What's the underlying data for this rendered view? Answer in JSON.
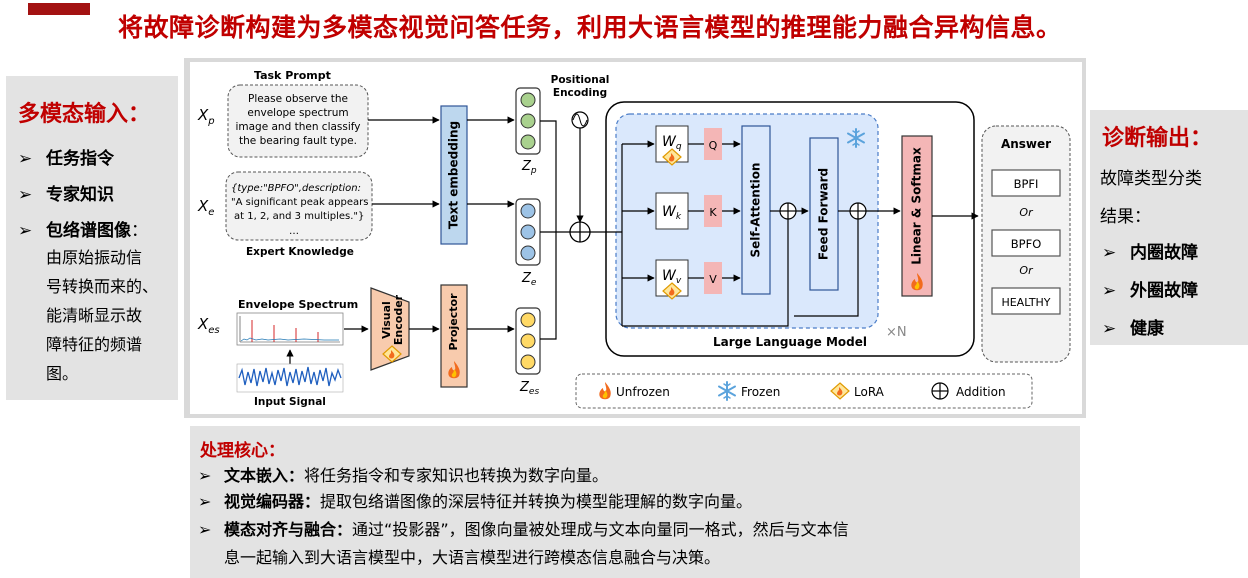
{
  "page": {
    "title": "将故障诊断构建为多模态视觉问答任务，利用大语言模型的推理能力融合异构信息。"
  },
  "left": {
    "heading": "多模态输入：",
    "items": [
      "任务指令",
      "专家知识",
      "包络谱图像"
    ],
    "item_colon": "：",
    "desc_lines": [
      "由原始振动信",
      "号转换而来的、",
      "能清晰显示故",
      "障特征的频谱",
      "图。"
    ]
  },
  "right": {
    "heading": "诊断输出：",
    "line1": "故障类型分类",
    "line2": "结果：",
    "items": [
      "内圈故障",
      "外圈故障",
      "健康"
    ]
  },
  "bottom": {
    "heading": "处理核心：",
    "items": [
      {
        "label": "文本嵌入",
        "sep": "：",
        "text": "将任务指令和专家知识也转换为数字向量。"
      },
      {
        "label": "视觉编码器",
        "sep": "：",
        "text": "提取包络谱图像的深层特征并转换为模型能理解的数字向量。"
      },
      {
        "label": "模态对齐与融合",
        "sep": "：",
        "text": "通过“投影器”，图像向量被处理成与文本向量同一格式，然后与文本信"
      }
    ],
    "continuation": "息一起输入到大语言模型中，大语言模型进行跨模态信息融合与决策。"
  },
  "diagram": {
    "task_prompt_title": "Task Prompt",
    "task_prompt_lines": [
      "Please observe the",
      "envelope spectrum",
      "image and then classify",
      "the bearing fault type."
    ],
    "xp_sym": "X",
    "xp_sub": "p",
    "xe_sym": "X",
    "xe_sub": "e",
    "xes_sym": "X",
    "xes_sub": "es",
    "expert_line1": "{type:\"BPFO\",description:",
    "expert_line2": "\"A significant peak appears",
    "expert_line3": "at 1, 2, and 3 multiples.\"}",
    "expert_ellipsis": "…",
    "expert_title": "Expert Knowledge",
    "envelope_title": "Envelope Spectrum",
    "input_signal": "Input Signal",
    "text_embedding": "Text embedding",
    "visual_encoder_1": "Visual",
    "visual_encoder_2": "Encoder",
    "projector": "Projector",
    "zp_sym": "Z",
    "zp_sub": "p",
    "ze_sym": "Z",
    "ze_sub": "e",
    "zes_sym": "Z",
    "zes_sub": "es",
    "pos_enc_1": "Positional",
    "pos_enc_2": "Encoding",
    "wq_sym": "W",
    "wq_sub": "q",
    "wk_sym": "W",
    "wk_sub": "k",
    "wv_sym": "W",
    "wv_sub": "v",
    "q": "Q",
    "k": "K",
    "v": "V",
    "self_attention": "Self-Attention",
    "feed_forward": "Feed Forward",
    "linear_softmax": "Linear & Softmax",
    "llm_label": "Large Language Model",
    "times_n": "×N",
    "answer_title": "Answer",
    "answers": [
      "BPFI",
      "BPFO",
      "HEALTHY"
    ],
    "or_label": "Or",
    "legend": [
      "Unfrozen",
      "Frozen",
      "LoRA",
      "Addition"
    ]
  },
  "colors": {
    "title_red": "#c00000",
    "accent_bar": "#a31212",
    "panel_gray": "#e3e3e3",
    "embed_blue": "#bdd7ee",
    "projector_orange": "#f8cbad",
    "lora_yellow": "#ffe699",
    "qkv_pink": "#f4b6b6",
    "token_green": "#a9d18e",
    "token_blue": "#9dc3e6",
    "token_yellow": "#ffd966",
    "llm_region": "#dae8fc"
  },
  "icons": {
    "bullet": "arrow-right-icon",
    "unfrozen": "flame-icon",
    "frozen": "snowflake-icon",
    "lora": "lora-diamond-icon",
    "addition": "plus-circle-icon"
  }
}
